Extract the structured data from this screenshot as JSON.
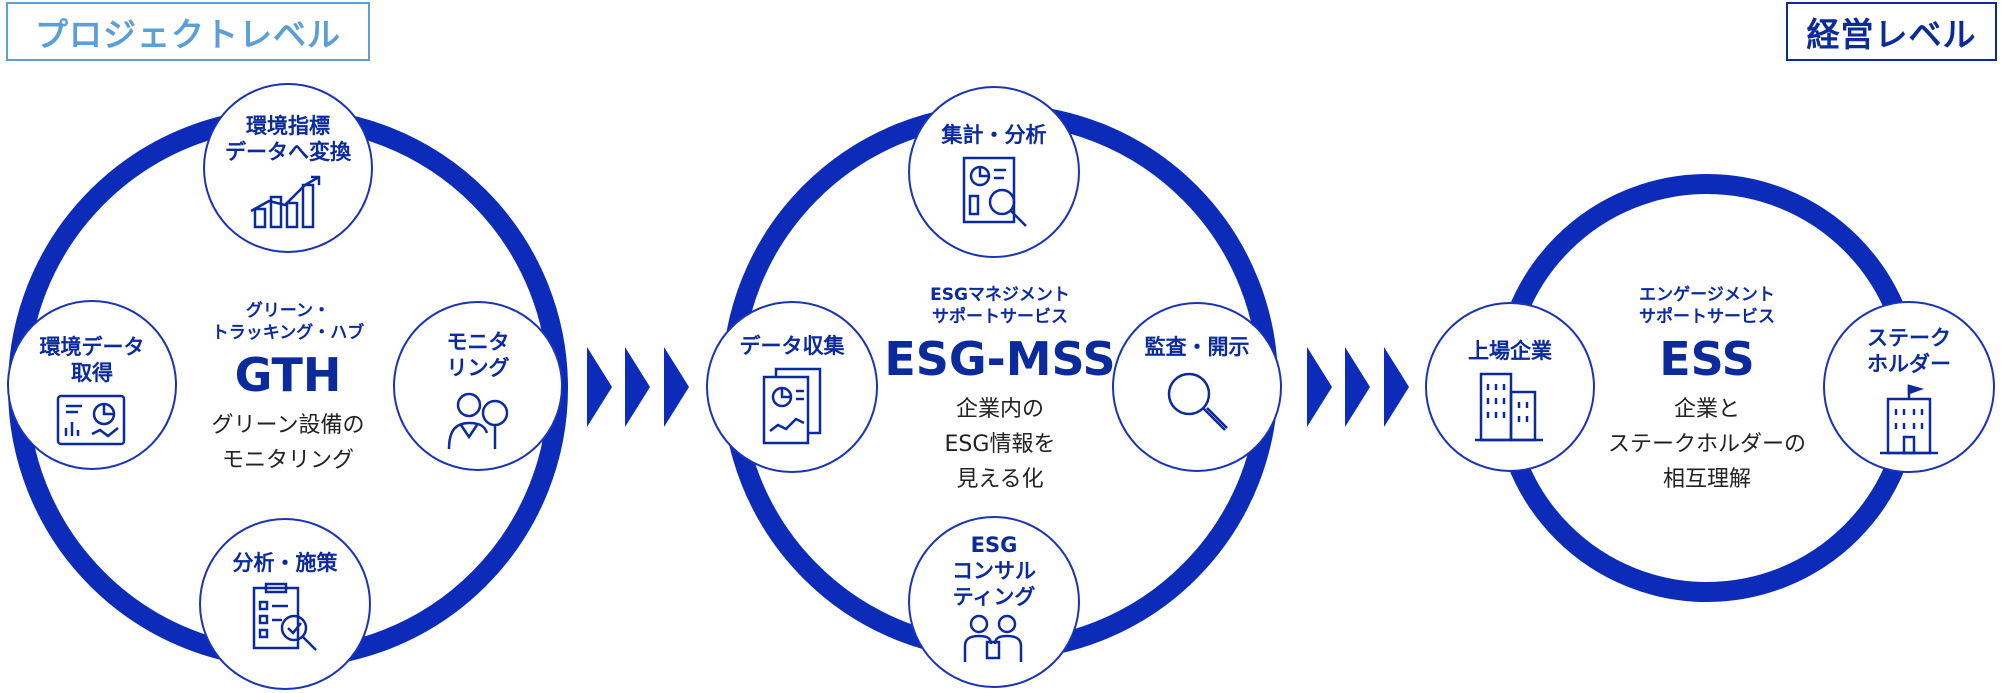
{
  "levels": {
    "project": "プロジェクトレベル",
    "management": "経営レベル"
  },
  "colors": {
    "ring": "#0b2bb8",
    "node_border": "#1a34b4",
    "text_primary": "#0b2a9c",
    "tag_project": "#5b9fd6",
    "tag_management": "#0b2a9c"
  },
  "gth": {
    "subtitle": "グリーン・\nトラッキング・ハブ",
    "name": "GTH",
    "description": "グリーン設備の\nモニタリング",
    "nodes": [
      {
        "label": "環境指標\nデータへ変換",
        "icon": "bar-chart-trend-icon"
      },
      {
        "label": "モニタ\nリング",
        "icon": "person-magnifier-icon"
      },
      {
        "label": "分析・施策",
        "icon": "clipboard-check-icon"
      },
      {
        "label": "環境データ\n取得",
        "icon": "dashboard-icon"
      }
    ]
  },
  "mss": {
    "subtitle": "ESGマネジメント\nサポートサービス",
    "name": "ESG-MSS",
    "description": "企業内の\nESG情報を\n見える化",
    "nodes": [
      {
        "label": "集計・分析",
        "icon": "report-magnifier-icon"
      },
      {
        "label": "監査・開示",
        "icon": "magnifier-icon"
      },
      {
        "label": "ESG\nコンサル\nティング",
        "icon": "consulting-people-icon"
      },
      {
        "label": "データ収集",
        "icon": "documents-icon"
      }
    ]
  },
  "ess": {
    "subtitle": "エンゲージメント\nサポートサービス",
    "name": "ESS",
    "description": "企業と\nステークホルダーの\n相互理解",
    "nodes": [
      {
        "label": "上場企業",
        "icon": "buildings-icon"
      },
      {
        "label": "ステーク\nホルダー",
        "icon": "flag-building-icon"
      }
    ]
  }
}
